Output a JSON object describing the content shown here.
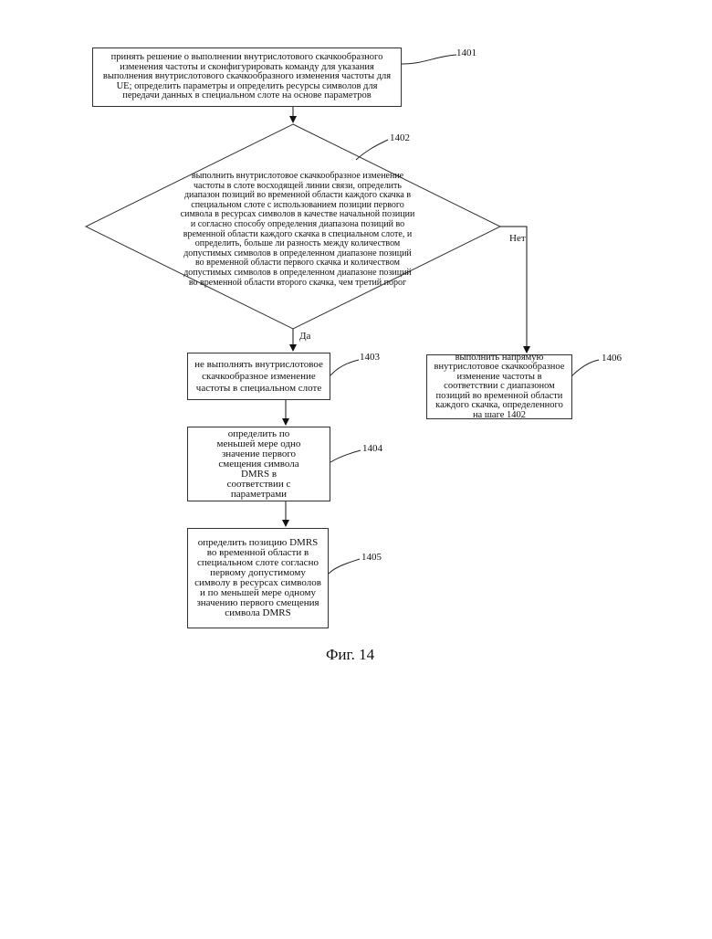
{
  "steps": {
    "s1401": {
      "ref": "1401",
      "text": "принять решение о выполнении внутрислотового скачкообразного изменения частоты и сконфигурировать команду для указания выполнения внутрислотового скачкообразного изменения частоты для UE; определить параметры и определить ресурсы символов для передачи данных в специальном слоте на основе параметров"
    },
    "s1402": {
      "ref": "1402",
      "text": "выполнить внутрислотовое скачкообразное изменение частоты в слоте восходящей линии связи, определить диапазон позиций во временной области каждого скачка в специальном слоте с использованием позиции первого символа в ресурсах символов в качестве начальной позиции и согласно способу определения диапазона позиций во временной области каждого скачка в специальном слоте, и определить, больше ли разность между количеством допустимых символов в определенном диапазоне позиций во временной области первого скачка и количеством допустимых символов в определенном диапазоне позиций во временной области второго скачка, чем третий порог"
    },
    "s1403": {
      "ref": "1403",
      "text": "не выполнять внутрислотовое скачкообразное изменение частоты в специальном слоте"
    },
    "s1404": {
      "ref": "1404",
      "text": "определить по меньшей мере одно значение первого смещения символа DMRS в соответствии с параметрами"
    },
    "s1405": {
      "ref": "1405",
      "text": "определить позицию DMRS во временной области в специальном слоте согласно первому допустимому символу в ресурсах символов и по меньшей мере одному значению первого смещения символа DMRS"
    },
    "s1406": {
      "ref": "1406",
      "text": "выполнить напрямую внутрислотовое скачкообразное изменение частоты в соответствии с диапазоном позиций во временной области каждого скачка, определенного на шаге 1402"
    }
  },
  "labels": {
    "yes": "Да",
    "no": "Нет"
  },
  "caption": "Фиг. 14"
}
